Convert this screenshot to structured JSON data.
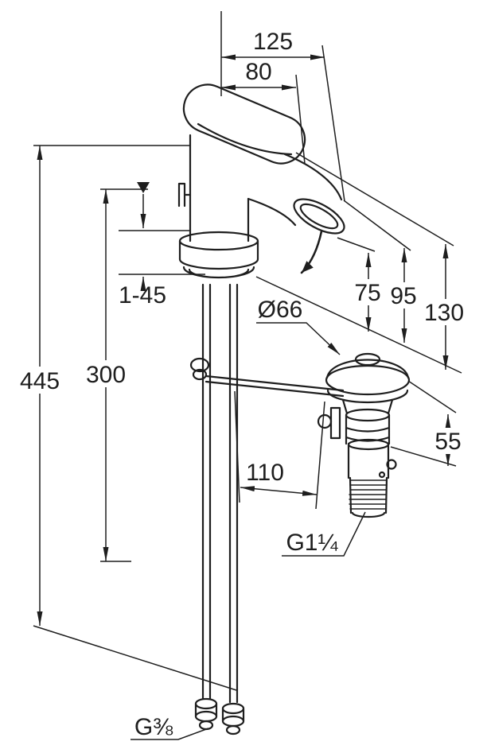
{
  "diagram": {
    "kind": "technical-dimension-drawing",
    "labels": {
      "dim_125": "125",
      "dim_80": "80",
      "dim_clamp": "1-45",
      "dim_75": "75",
      "dim_95": "95",
      "dim_130": "130",
      "dim_445": "445",
      "dim_300": "300",
      "dim_diameter": "Ø66",
      "dim_55": "55",
      "dim_110": "110",
      "thread_drain": "G1¼",
      "thread_supply": "G⅜"
    },
    "colors": {
      "line": "#1e1e1e",
      "background": "#ffffff"
    }
  }
}
